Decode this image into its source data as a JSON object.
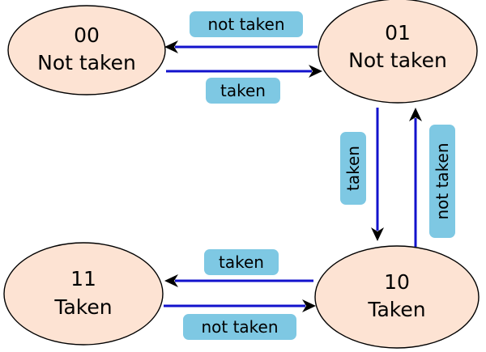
{
  "states": {
    "s00": {
      "code": "00",
      "name": "Not taken"
    },
    "s01": {
      "code": "01",
      "name": "Not taken"
    },
    "s10": {
      "code": "10",
      "name": "Taken"
    },
    "s11": {
      "code": "11",
      "name": "Taken"
    }
  },
  "transitions": {
    "s01_to_s00": "not taken",
    "s00_to_s01": "taken",
    "s01_to_s10": "taken",
    "s10_to_s01": "not taken",
    "s10_to_s11": "taken",
    "s11_to_s10": "not taken"
  },
  "colors": {
    "state_fill": "#fde3d3",
    "edge": "#1212cc",
    "label_fill": "#7ec8e3"
  }
}
